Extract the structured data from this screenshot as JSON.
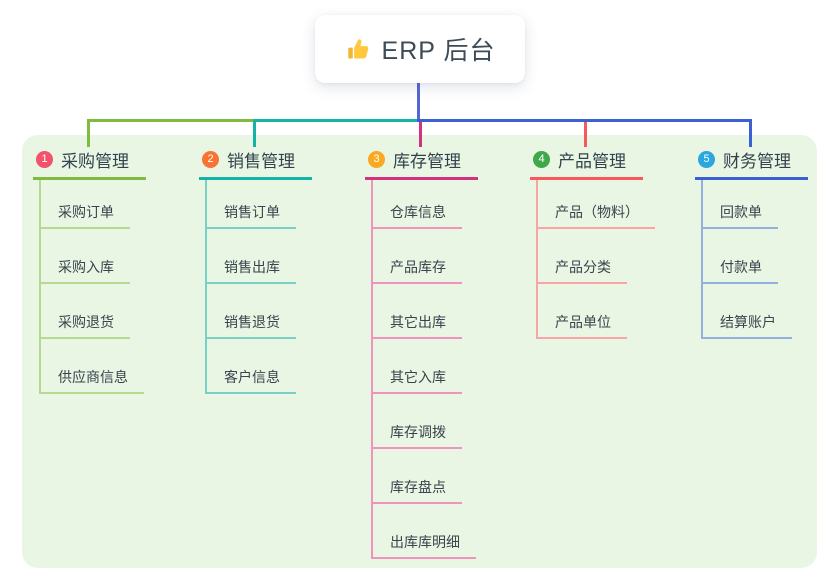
{
  "root": {
    "icon": "thumbs-up",
    "label": "ERP 后台"
  },
  "panel": {
    "bg": "#e8f6e3"
  },
  "stem_color": "#5565d6",
  "branches": [
    {
      "label": "采购管理",
      "badge": "1",
      "badge_color": "#f4516c",
      "line_color": "#7fbb41",
      "child_line_color": "#b3da8e",
      "children": [
        "采购订单",
        "采购入库",
        "采购退货",
        "供应商信息"
      ]
    },
    {
      "label": "销售管理",
      "badge": "2",
      "badge_color": "#f97432",
      "line_color": "#14b3a6",
      "child_line_color": "#78d0c7",
      "children": [
        "销售订单",
        "销售出库",
        "销售退货",
        "客户信息"
      ]
    },
    {
      "label": "库存管理",
      "badge": "3",
      "badge_color": "#fba922",
      "line_color": "#d23380",
      "child_line_color": "#f193bf",
      "children": [
        "仓库信息",
        "产品库存",
        "其它出库",
        "其它入库",
        "库存调拨",
        "库存盘点",
        "出库库明细"
      ]
    },
    {
      "label": "产品管理",
      "badge": "4",
      "badge_color": "#3ea84b",
      "line_color": "#f8575c",
      "child_line_color": "#f9a4a7",
      "children": [
        "产品（物料）",
        "产品分类",
        "产品单位"
      ]
    },
    {
      "label": "财务管理",
      "badge": "5",
      "badge_color": "#2aa7de",
      "line_color": "#3a60d2",
      "child_line_color": "#95b0e0",
      "children": [
        "回款单",
        "付款单",
        "结算账户"
      ]
    }
  ]
}
